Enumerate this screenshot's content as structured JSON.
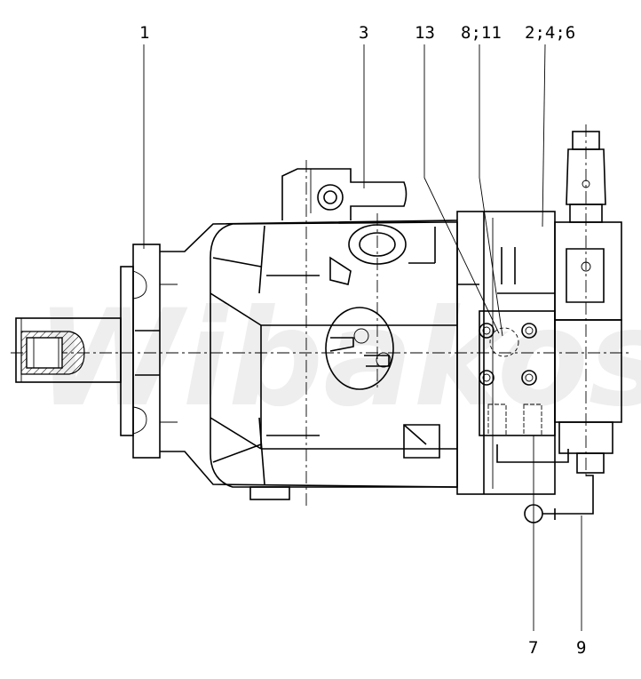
{
  "drawing": {
    "watermark": "Wibakos",
    "labels": {
      "l1": "1",
      "l3": "3",
      "l13": "13",
      "l8_11": "8;11",
      "l2_4_6": "2;4;6",
      "l7": "7",
      "l9": "9"
    }
  }
}
